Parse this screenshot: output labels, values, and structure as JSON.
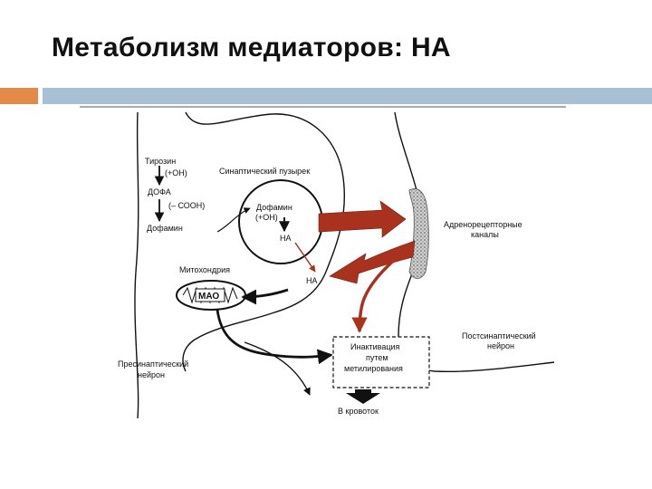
{
  "slide": {
    "title": "Метаболизм медиаторов: НА"
  },
  "diagram": {
    "labels": {
      "tyrosine": "Тирозин",
      "plus_oh_1": "(+ОН)",
      "dopa": "ДОФА",
      "minus_cooh": "(– СООН)",
      "dopamine_left": "Дофамин",
      "synaptic_vesicle": "Синаптический пузырек",
      "dopamine_vesicle": "Дофамин",
      "plus_oh_2": "(+ОН)",
      "na_vesicle": "НА",
      "na_released": "НА",
      "mitochondria": "Митохондрия",
      "mao": "МАО",
      "receptor_channels_1": "Адренорецепторные",
      "receptor_channels_2": "каналы",
      "postsynaptic_1": "Постсинаптический",
      "postsynaptic_2": "нейрон",
      "presynaptic_1": "Пресинаптический",
      "presynaptic_2": "нейрон",
      "inactivation_1": "Инактивация",
      "inactivation_2": "путем",
      "inactivation_3": "метилирования",
      "bloodstream": "В кровоток"
    },
    "colors": {
      "arrow_red": "#a8321e",
      "line": "#111111",
      "receptor_fill": "#9a9a9a"
    }
  }
}
